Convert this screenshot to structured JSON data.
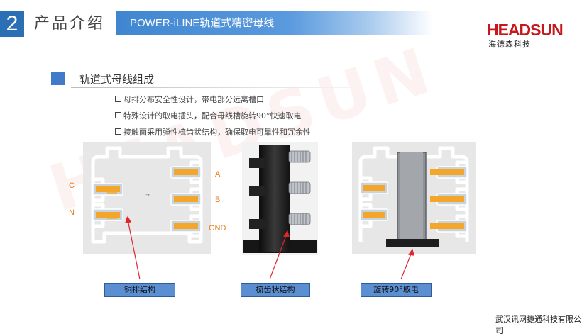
{
  "header": {
    "section_number": "2",
    "section_title": "产品介绍",
    "banner_title": "POWER-iLINE轨道式精密母线"
  },
  "logo": {
    "word": "HEADSUN",
    "chinese": "海德森科技"
  },
  "subtitle": "轨道式母线组成",
  "bullets": [
    "母排分布安全性设计，带电部分远离槽口",
    "特殊设计的取电插头，配合母线槽旋转90°快速取电",
    "接触面采用弹性梳齿状结构，确保取电可靠性和冗余性"
  ],
  "figure1": {
    "labels_left": [
      "C",
      "N"
    ],
    "labels_right": [
      "A",
      "B",
      "GND"
    ],
    "caption": "铜排结构"
  },
  "figure2": {
    "caption": "梳齿状结构"
  },
  "figure3": {
    "caption": "旋转90°取电"
  },
  "footer": "武汉讯网捷通科技有限公司",
  "colors": {
    "accent_blue": "#3f86d0",
    "logo_red": "#c8161d",
    "copper_orange": "#f4a62a",
    "arrow_red": "#e0262c",
    "caption_blue": "#5b8fd1"
  }
}
